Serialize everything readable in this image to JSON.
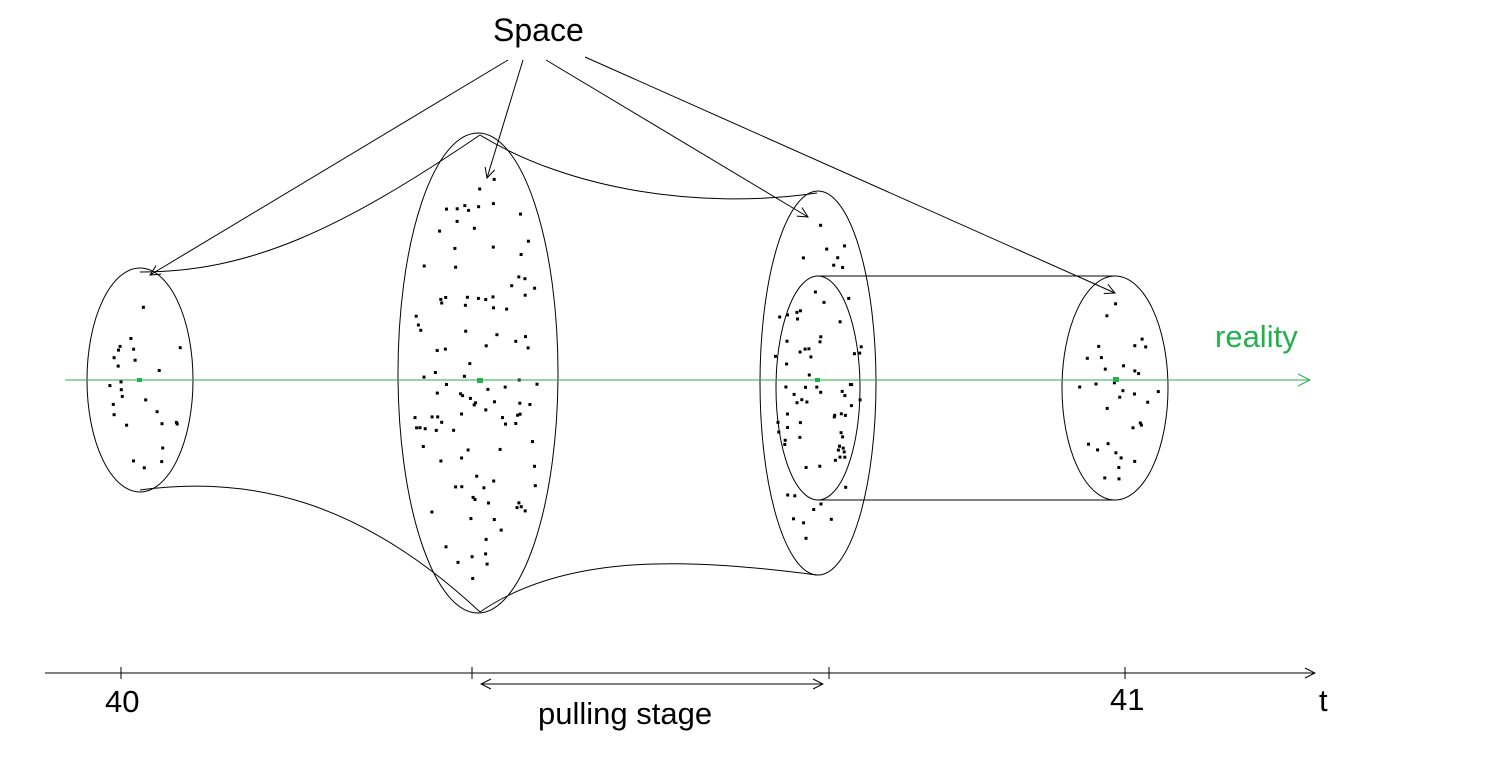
{
  "labels": {
    "space": "Space",
    "reality": "reality",
    "pulling_stage": "pulling stage",
    "time_axis": "t",
    "tick_start": "40",
    "tick_end": "41"
  },
  "colors": {
    "reality_line": "#22b14c",
    "ink": "#000000",
    "background": "#ffffff"
  }
}
